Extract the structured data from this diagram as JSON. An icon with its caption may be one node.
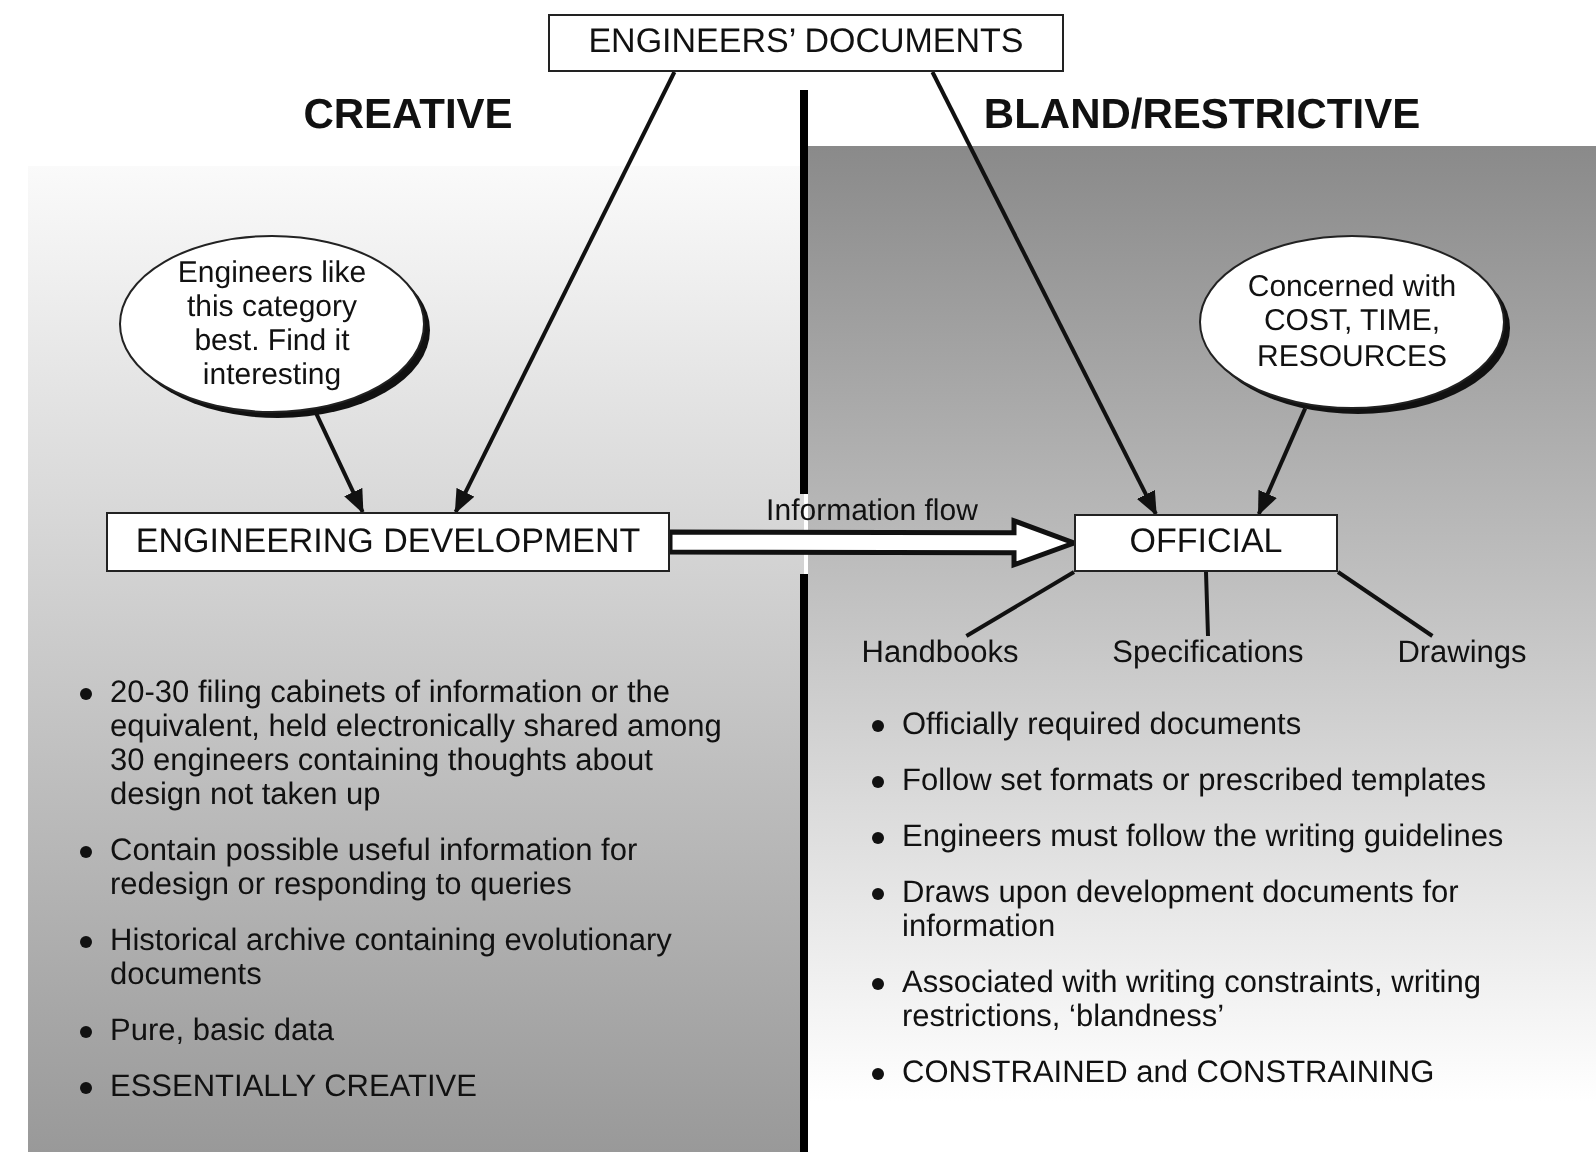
{
  "diagram": {
    "nodes": [
      {
        "text": [
          "ENGINEERS’ DOCUMENTS"
        ]
      },
      {
        "text": [
          "Engineers like this category best. Find it interesting"
        ]
      },
      {
        "text": [
          "ENGINEERING DEVELOPMENT"
        ]
      },
      {
        "text": [
          "Concerned with COST, TIME, RESOURCES"
        ]
      },
      {
        "text": [
          "OFFICIAL"
        ]
      },
      {
        "text": [
          "Handbooks"
        ]
      },
      {
        "text": [
          "Specifications"
        ]
      },
      {
        "text": [
          "Drawings"
        ]
      }
    ],
    "edges": [
      {
        "from": 0,
        "to": 2,
        "arrow": "to"
      },
      {
        "from": 0,
        "to": 4,
        "arrow": "to"
      },
      {
        "from": 1,
        "to": 2,
        "arrow": "to"
      },
      {
        "from": 3,
        "to": 4,
        "arrow": "to"
      },
      {
        "from": 2,
        "to": 4,
        "arrow": "to",
        "label": "Information flow",
        "style": "thick"
      },
      {
        "from": 4,
        "to": 5,
        "arrow": "none"
      },
      {
        "from": 4,
        "to": 6,
        "arrow": "none"
      },
      {
        "from": 4,
        "to": 7,
        "arrow": "none"
      }
    ],
    "labels": [
      "CREATIVE",
      "BLAND/RESTRICTIVE",
      "20-30 filing cabinets of information or the equivalent, held electronically shared among 30 engineers containing thoughts about design not taken up",
      "Contain possible useful information for redesign or responding to queries",
      "Historical archive containing evolutionary documents",
      "Pure, basic data",
      "ESSENTIALLY CREATIVE",
      "Officially required documents",
      "Follow set formats or prescribed templates",
      "Engineers must follow the writing guidelines",
      "Draws upon development documents for information",
      "Associated with writing constraints, writing restrictions, ‘blandness’",
      "CONSTRAINED and CONSTRAINING"
    ]
  }
}
